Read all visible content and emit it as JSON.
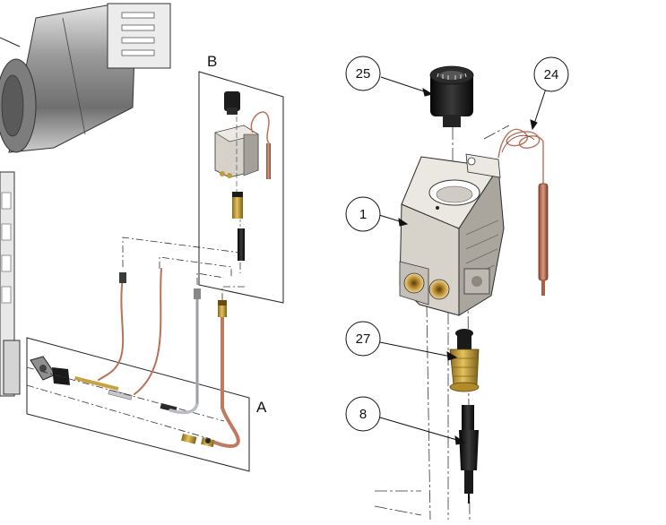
{
  "view_labels": {
    "detail_b": "B",
    "detail_a": "A"
  },
  "callouts": {
    "c25": "25",
    "c24": "24",
    "c1": "1",
    "c27": "27",
    "c8": "8"
  },
  "colors": {
    "line": "#222222",
    "leader": "#111111",
    "copper": "#b8705a",
    "copper_dark": "#7a3f2c",
    "silver": "#b9bcc0",
    "valve_body": "#d9d5cc",
    "valve_side": "#a9a59c",
    "knob": "#1c1c1c",
    "brass": "#c9a13c",
    "black_part": "#151515"
  }
}
